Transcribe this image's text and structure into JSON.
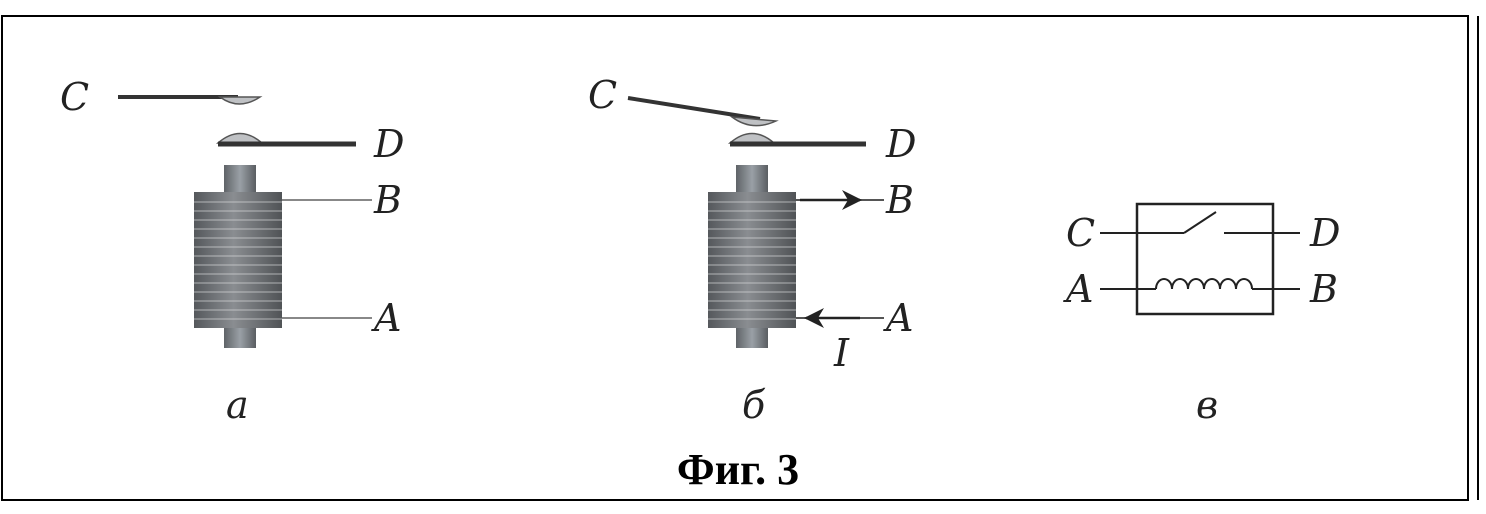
{
  "figure": {
    "caption": "Фиг. 3",
    "panels": [
      {
        "id": "a",
        "caption": "а",
        "labels": {
          "c": "C",
          "d": "D",
          "b": "B",
          "a": "A"
        }
      },
      {
        "id": "b",
        "caption": "б",
        "labels": {
          "c": "C",
          "d": "D",
          "b": "B",
          "a": "A",
          "current": "I"
        }
      },
      {
        "id": "v",
        "caption": "в",
        "labels": {
          "c": "C",
          "d": "D",
          "a": "A",
          "b": "B"
        }
      }
    ]
  },
  "colors": {
    "frame": "#000000",
    "line": "#333333",
    "coil": "#6f7174",
    "coil_dark": "#4a4c4f",
    "core": "#7d8187",
    "contact": "#bfc1c4"
  }
}
